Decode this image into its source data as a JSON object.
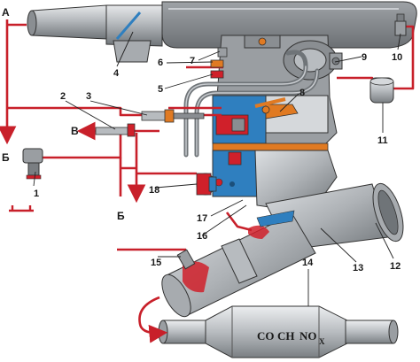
{
  "diagram": {
    "letters": {
      "a": "А",
      "b": "В",
      "v_left": "Б",
      "v_bottom": "Б"
    },
    "callouts": [
      "1",
      "2",
      "3",
      "4",
      "5",
      "6",
      "7",
      "8",
      "9",
      "10",
      "11",
      "12",
      "13",
      "14",
      "15",
      "16",
      "17",
      "18"
    ],
    "catalyst_text": {
      "co": "CO",
      "ch": "CH",
      "no": "NO",
      "sub": "X"
    },
    "colors": {
      "body_gray": "#b9bcbf",
      "body_dark": "#8e9296",
      "line_red": "#c8202a",
      "section_blue": "#2f7fbf",
      "hot_red": "#d0202a",
      "orange": "#e07a22",
      "outline": "#333333"
    }
  }
}
